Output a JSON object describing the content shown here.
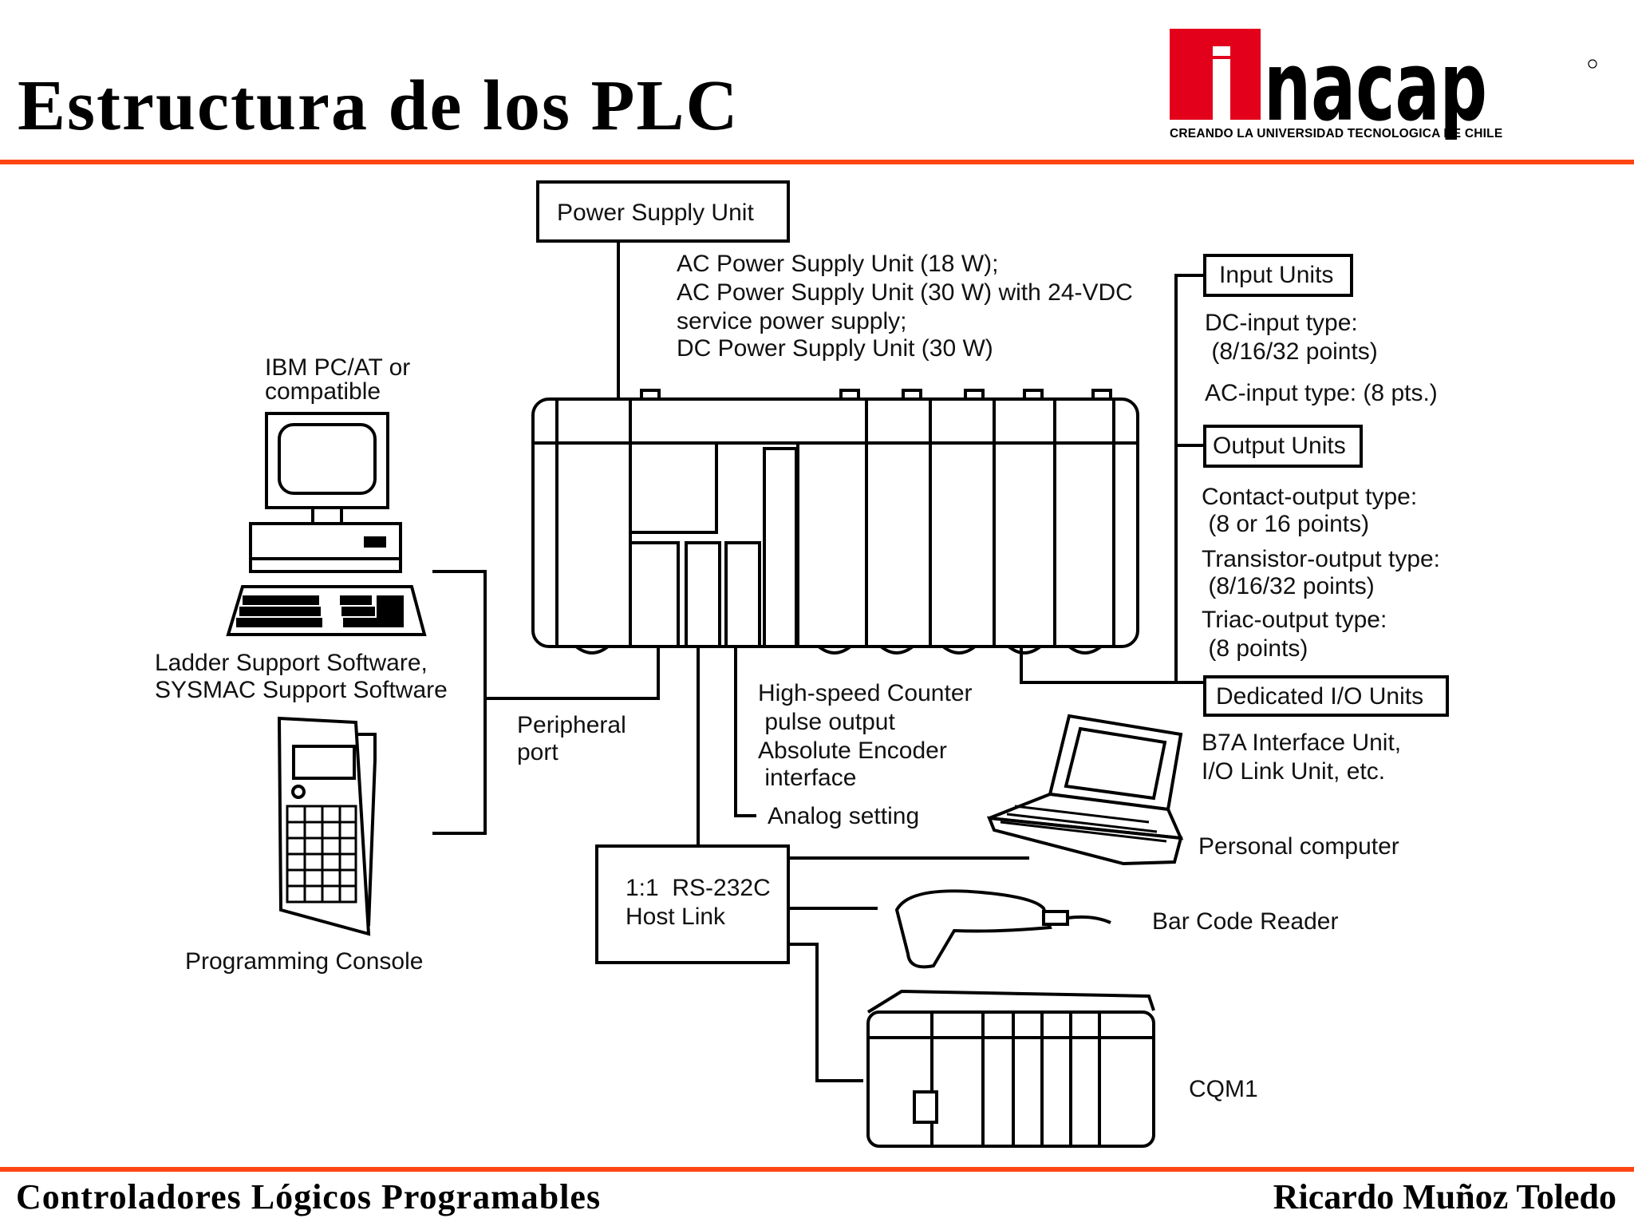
{
  "header": {
    "title": "Estructura de los PLC",
    "logo": {
      "name": "inacap",
      "tagline": "CREANDO LA UNIVERSIDAD TECNOLOGICA DE CHILE",
      "color": "#e3001b"
    }
  },
  "accent_color": "#ff4512",
  "diagram": {
    "power_supply_unit": "Power Supply Unit",
    "power_desc": [
      "AC Power Supply Unit (18 W);",
      "AC Power Supply Unit (30 W) with 24-VDC",
      "service power supply;",
      "DC Power Supply Unit (30 W)"
    ],
    "input_units": "Input Units",
    "input_desc": [
      "DC-input type:",
      " (8/16/32 points)",
      "AC-input type: (8 pts.)"
    ],
    "output_units": "Output Units",
    "output_desc": [
      "Contact-output type:",
      " (8 or 16 points)",
      "Transistor-output type:",
      " (8/16/32 points)",
      "Triac-output type:",
      " (8 points)"
    ],
    "dedicated_io": "Dedicated I/O Units",
    "dedicated_desc": [
      "B7A Interface Unit,",
      "I/O Link Unit, etc."
    ],
    "ibm_pc": [
      "IBM PC/AT or",
      "compatible"
    ],
    "ladder_software": [
      "Ladder Support Software,",
      "SYSMAC Support Software"
    ],
    "programming_console": "Programming Console",
    "peripheral_port": [
      "Peripheral",
      "port"
    ],
    "hs_counter": [
      "High-speed Counter",
      " pulse output",
      "Absolute Encoder",
      " interface"
    ],
    "analog_setting": "Analog setting",
    "host_link": [
      "1:1  RS-232C",
      "Host Link"
    ],
    "personal_computer": "Personal computer",
    "bar_code_reader": "Bar Code Reader",
    "cqm1": "CQM1"
  },
  "footer": {
    "left": "Controladores Lógicos Programables",
    "right": "Ricardo Muñoz Toledo"
  }
}
